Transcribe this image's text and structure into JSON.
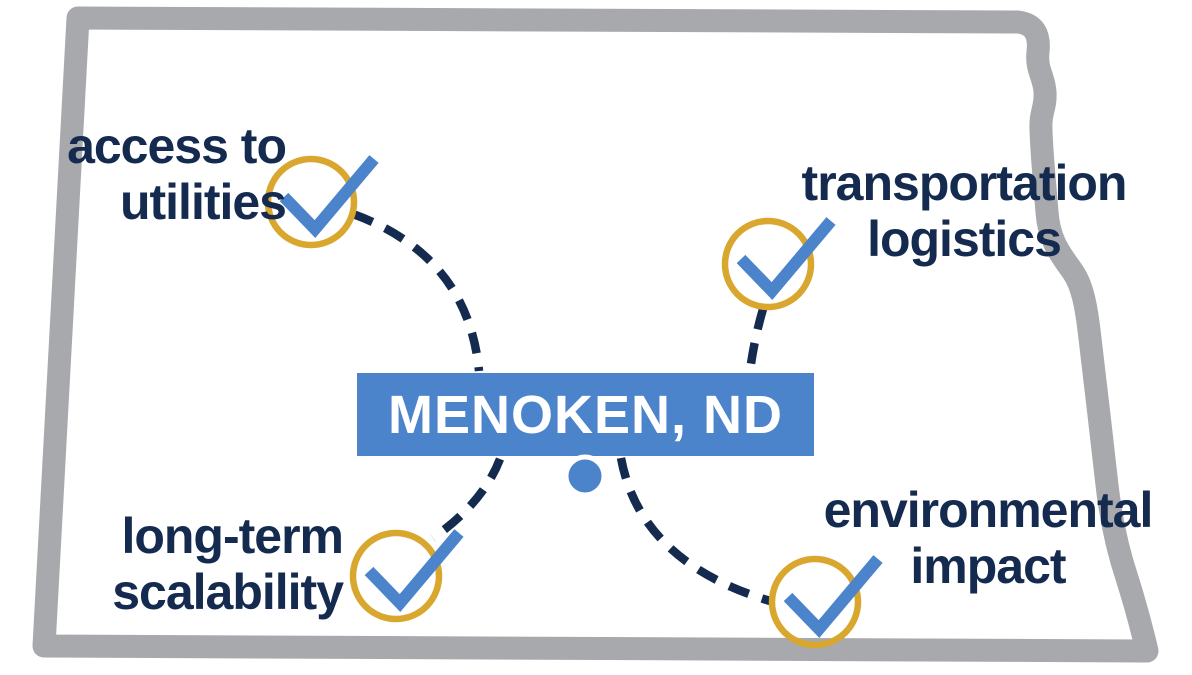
{
  "infographic": {
    "map_icon": "north-dakota-state-outline",
    "center": {
      "label": "MENOKEN, ND",
      "marker_icon": "location-dot"
    },
    "factors": [
      {
        "id": "access-to-utilities",
        "line1": "access to",
        "line2": "utilities",
        "icon": "check-circle"
      },
      {
        "id": "transportation-logistics",
        "line1": "transportation",
        "line2": "logistics",
        "icon": "check-circle"
      },
      {
        "id": "long-term-scalability",
        "line1": "long-term",
        "line2": "scalability",
        "icon": "check-circle"
      },
      {
        "id": "environmental-impact",
        "line1": "environmental",
        "line2": "impact",
        "icon": "check-circle"
      }
    ],
    "colors": {
      "navy_text": "#142a4e",
      "accent_blue": "#4c84cc",
      "gold": "#d9a62e",
      "map_gray": "#a7a9ac",
      "banner_text": "#ffffff"
    }
  }
}
